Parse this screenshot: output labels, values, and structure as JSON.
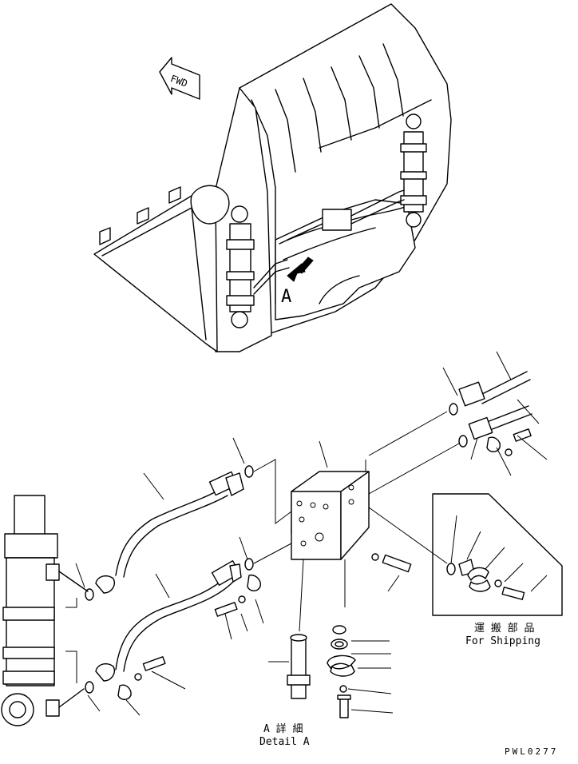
{
  "drawing": {
    "fwd_label": "FWD",
    "view_marker": "A",
    "shipping_label_jp": "運 搬 部 品",
    "shipping_label_en": "For Shipping",
    "detail_label_jp": "A 詳 細",
    "detail_label_en": "Detail A",
    "drawing_number": "PWL0277"
  }
}
